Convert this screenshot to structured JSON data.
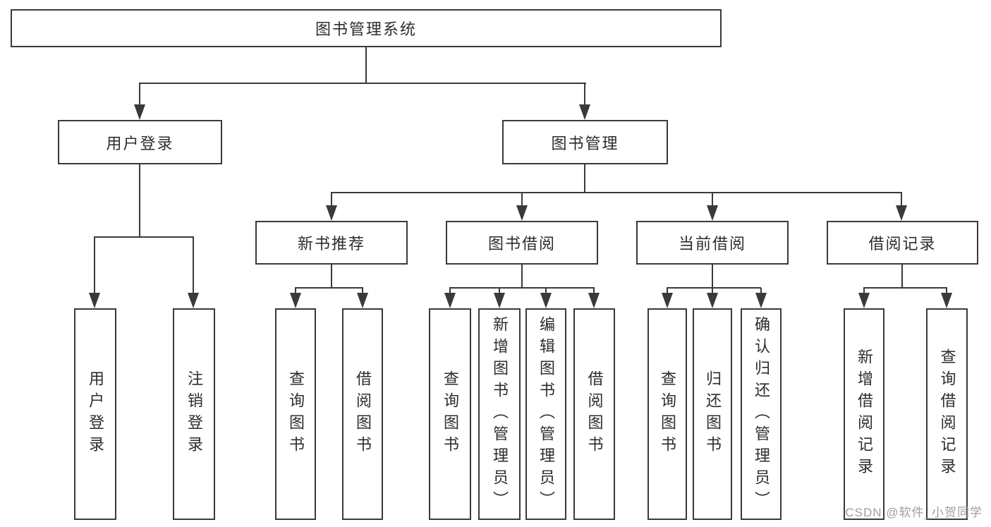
{
  "watermark": {
    "text": "CSDN @软件_小贺同学",
    "color": "#9e9e9e"
  },
  "colors": {
    "background": "#ffffff",
    "line": "#3a3a3a",
    "text": "#2d2d2d",
    "box_fill": "#ffffff"
  },
  "tree": {
    "root": {
      "label": "图书管理系统"
    },
    "branches": [
      {
        "label": "用户登录",
        "leaves": [
          {
            "label": "用户登录"
          },
          {
            "label": "注销登录"
          }
        ]
      },
      {
        "label": "图书管理",
        "groups": [
          {
            "label": "新书推荐",
            "leaves": [
              {
                "label": "查询图书"
              },
              {
                "label": "借阅图书"
              }
            ]
          },
          {
            "label": "图书借阅",
            "leaves": [
              {
                "label": "查询图书"
              },
              {
                "label": "新增图书（管理员）"
              },
              {
                "label": "编辑图书（管理员）"
              },
              {
                "label": "借阅图书"
              }
            ]
          },
          {
            "label": "当前借阅",
            "leaves": [
              {
                "label": "查询图书"
              },
              {
                "label": "归还图书"
              },
              {
                "label": "确认归还（管理员）"
              }
            ]
          },
          {
            "label": "借阅记录",
            "leaves": [
              {
                "label": "新增借阅记录"
              },
              {
                "label": "查询借阅记录"
              }
            ]
          }
        ]
      }
    ]
  }
}
